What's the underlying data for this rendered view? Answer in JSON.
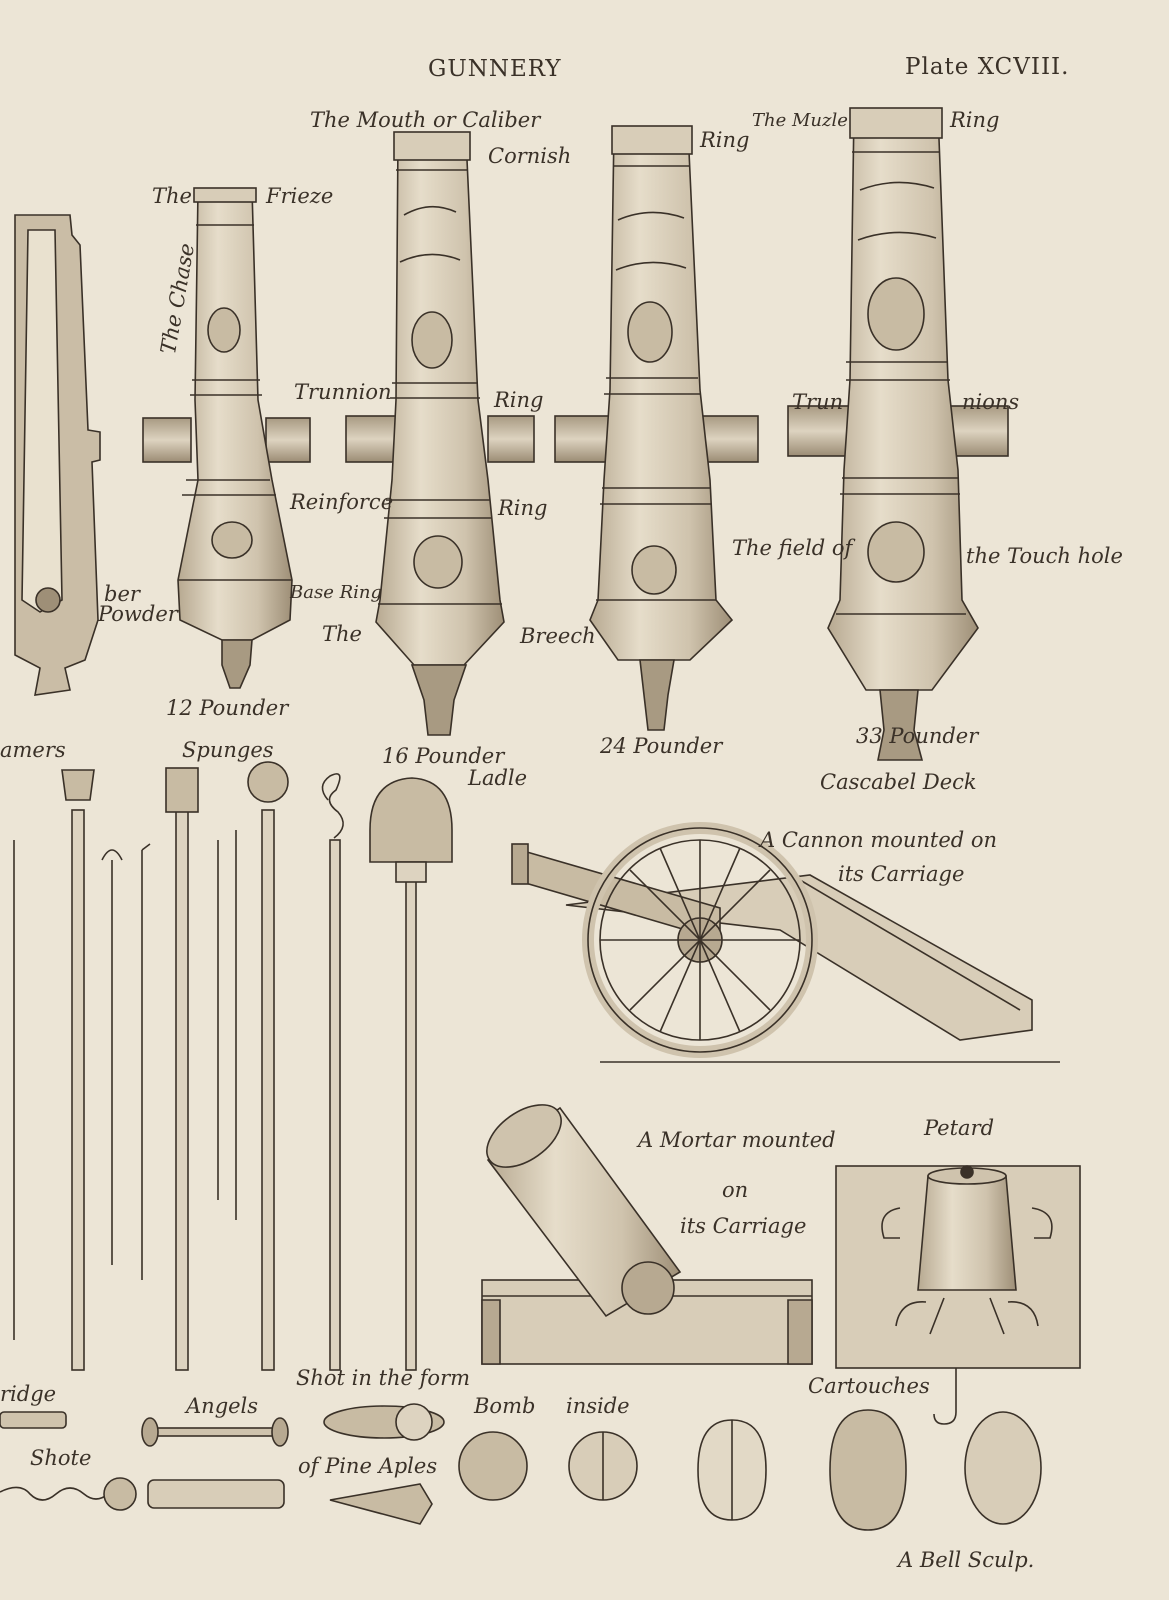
{
  "header": {
    "title": "GUNNERY",
    "plate": "Plate XCVIII."
  },
  "labels": {
    "the": "The",
    "frieze": "Frieze",
    "the_chase": "The Chase",
    "mouth_caliber": "The Mouth or Caliber",
    "cornish": "Cornish",
    "ring_3": "Ring",
    "muzzle": "The Muzle",
    "ring_4": "Ring",
    "trunnion": "Trunnion",
    "ring_2a": "Ring",
    "trun": "Trun",
    "nions": "nions",
    "reinforce": "Reinforce",
    "ring_2b": "Ring",
    "field_of": "The field of",
    "touch_hole": "the Touch hole",
    "ber": "ber",
    "powder": "Powder",
    "base_ring": "Base Ring",
    "the_breech": "The",
    "breech": "Breech",
    "p12": "12 Pounder",
    "p16": "16 Pounder",
    "p24": "24 Pounder",
    "p33": "33 Pounder",
    "cascabel": "Cascabel Deck",
    "rammers": "amers",
    "spunges": "Spunges",
    "ladle": "Ladle",
    "cannon_1": "A Cannon mounted on",
    "cannon_2": "its Carriage",
    "mortar_1": "A Mortar mounted",
    "mortar_2": "on",
    "mortar_3": "its Carriage",
    "petard": "Petard",
    "ridge": "ridge",
    "angels": "Angels",
    "shot_form": "Shot in the form",
    "pine": "of Pine Aples",
    "shote": "Shote",
    "bomb": "Bomb",
    "inside": "inside",
    "cartouches": "Cartouches",
    "engraver": "A Bell Sculp."
  },
  "colors": {
    "paper": "#ece5d6",
    "ink": "#3a3128",
    "shade": "#b3a48c"
  }
}
